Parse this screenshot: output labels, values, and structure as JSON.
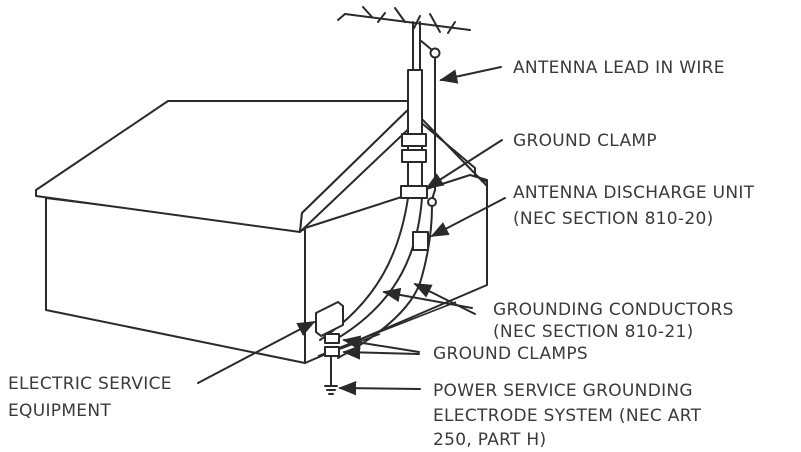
{
  "labels": {
    "antenna_lead_in_wire": "ANTENNA LEAD IN WIRE",
    "ground_clamp": "GROUND CLAMP",
    "antenna_discharge_unit": "ANTENNA DISCHARGE UNIT",
    "antenna_discharge_unit_nec": "(NEC SECTION 810-20)",
    "grounding_conductors": "GROUNDING CONDUCTORS",
    "grounding_conductors_nec": "(NEC SECTION 810-21)",
    "ground_clamps": "GROUND CLAMPS",
    "electric_service_line1": "ELECTRIC SERVICE",
    "electric_service_line2": "EQUIPMENT",
    "power_service_line1": "POWER SERVICE GROUNDING",
    "power_service_line2": "ELECTRODE SYSTEM (NEC ART",
    "power_service_line3": "250, PART H)"
  },
  "colors": {
    "line": "#2a2a2a",
    "text": "#3a3a3a",
    "background": "#ffffff"
  }
}
